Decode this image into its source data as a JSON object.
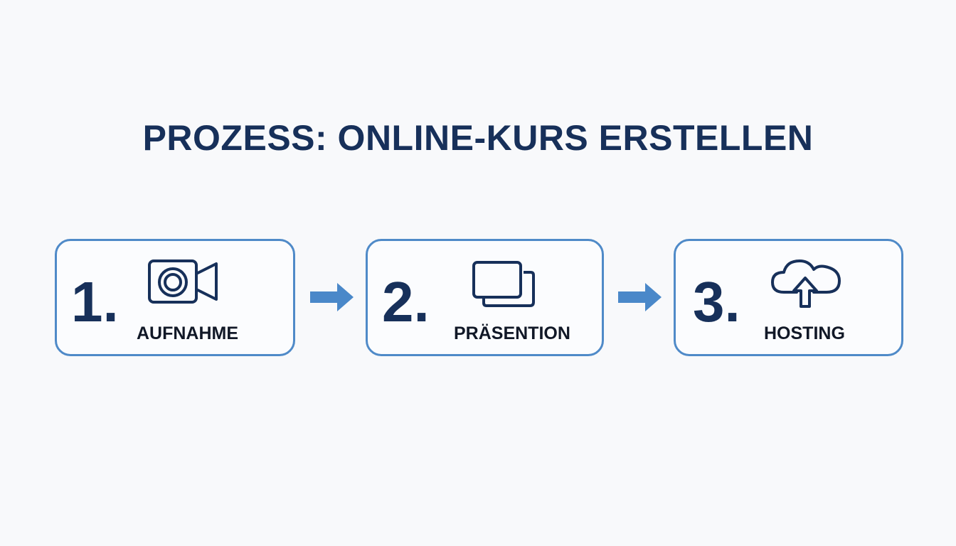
{
  "title": "PROZESS: ONLINE-KURS ERSTELLEN",
  "colors": {
    "background": "#f8f9fb",
    "title": "#17305a",
    "box_border": "#4f8ac8",
    "arrow": "#4a88c9",
    "icon": "#17305a",
    "label": "#111827"
  },
  "steps": [
    {
      "number": "1.",
      "label": "AUFNAHME",
      "icon": "video-camera-icon"
    },
    {
      "number": "2.",
      "label": "PRÄSENTION",
      "icon": "slides-icon"
    },
    {
      "number": "3.",
      "label": "HOSTING",
      "icon": "cloud-upload-icon"
    }
  ]
}
